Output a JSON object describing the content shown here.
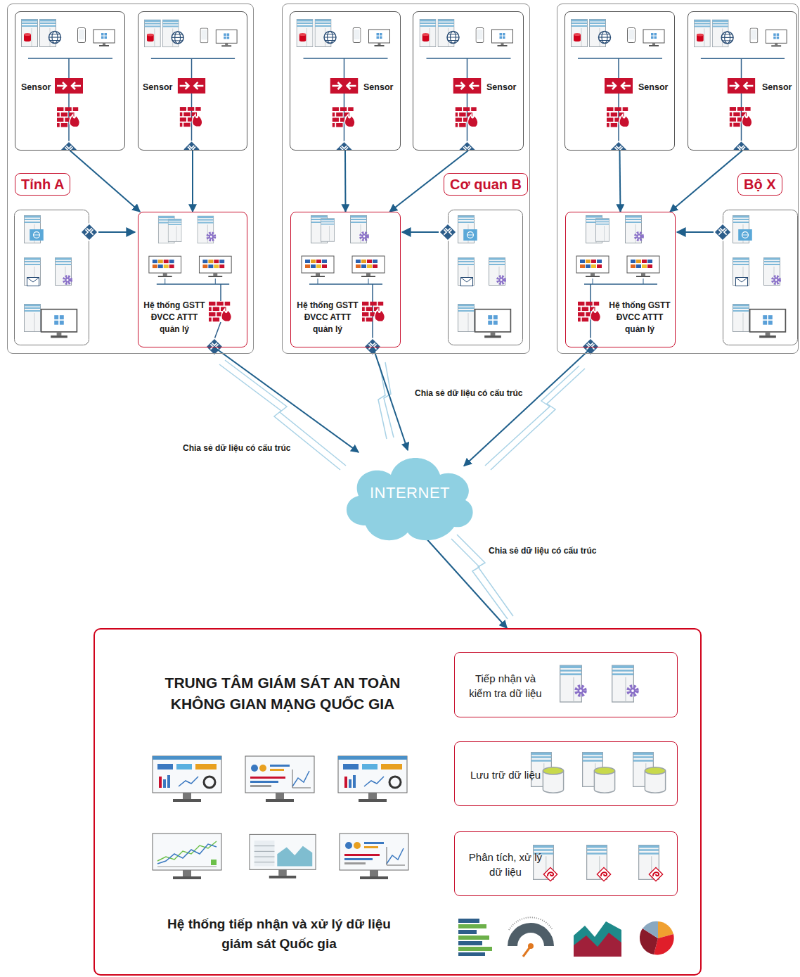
{
  "diagram": {
    "nodes": [
      {
        "text": [
          "Tỉnh A"
        ]
      },
      {
        "text": [
          "Sensor"
        ],
        "in": 0
      },
      {
        "text": [
          "Sensor"
        ],
        "in": 0
      },
      {
        "text": [
          "Hệ thống GSTT ĐVCC ATTT quản lý"
        ],
        "in": 0
      },
      {
        "text": [
          "Cơ quan B"
        ]
      },
      {
        "text": [
          "Sensor"
        ],
        "in": 4
      },
      {
        "text": [
          "Sensor"
        ],
        "in": 4
      },
      {
        "text": [
          "Hệ thống GSTT ĐVCC ATTT quản lý"
        ],
        "in": 4
      },
      {
        "text": [
          "Bộ X"
        ]
      },
      {
        "text": [
          "Sensor"
        ],
        "in": 8
      },
      {
        "text": [
          "Sensor"
        ],
        "in": 8
      },
      {
        "text": [
          "Hệ thống GSTT ĐVCC ATTT quản lý"
        ],
        "in": 8
      },
      {
        "text": [
          "INTERNET"
        ]
      },
      {
        "text": [
          "TRUNG TÂM GIÁM SÁT AN TOÀN KHÔNG GIAN MẠNG QUỐC GIA",
          "Hệ thống tiếp nhận và xử lý dữ liệu giám sát Quốc gia"
        ]
      },
      {
        "text": [
          "Tiếp nhận và kiểm tra dữ liệu"
        ],
        "in": 13
      },
      {
        "text": [
          "Lưu trữ dữ liệu"
        ],
        "in": 13
      },
      {
        "text": [
          "Phân tích, xử lý dữ liệu"
        ],
        "in": 13
      }
    ],
    "edges": [
      {
        "from": 1,
        "to": 3,
        "arrow": "to"
      },
      {
        "from": 2,
        "to": 3,
        "arrow": "to"
      },
      {
        "from": 5,
        "to": 7,
        "arrow": "to"
      },
      {
        "from": 6,
        "to": 7,
        "arrow": "to"
      },
      {
        "from": 9,
        "to": 11,
        "arrow": "to"
      },
      {
        "from": 10,
        "to": 11,
        "arrow": "to"
      },
      {
        "from": 3,
        "to": 12,
        "label": "Chia sẻ dữ liệu có cấu trúc",
        "arrow": "to"
      },
      {
        "from": 7,
        "to": 12,
        "label": "Chia sẻ dữ liệu có cấu trúc",
        "arrow": "to"
      },
      {
        "from": 11,
        "to": 12,
        "arrow": "to"
      },
      {
        "from": 12,
        "to": 13,
        "label": "Chia sẻ dữ liệu có cấu trúc",
        "arrow": "to"
      }
    ]
  }
}
